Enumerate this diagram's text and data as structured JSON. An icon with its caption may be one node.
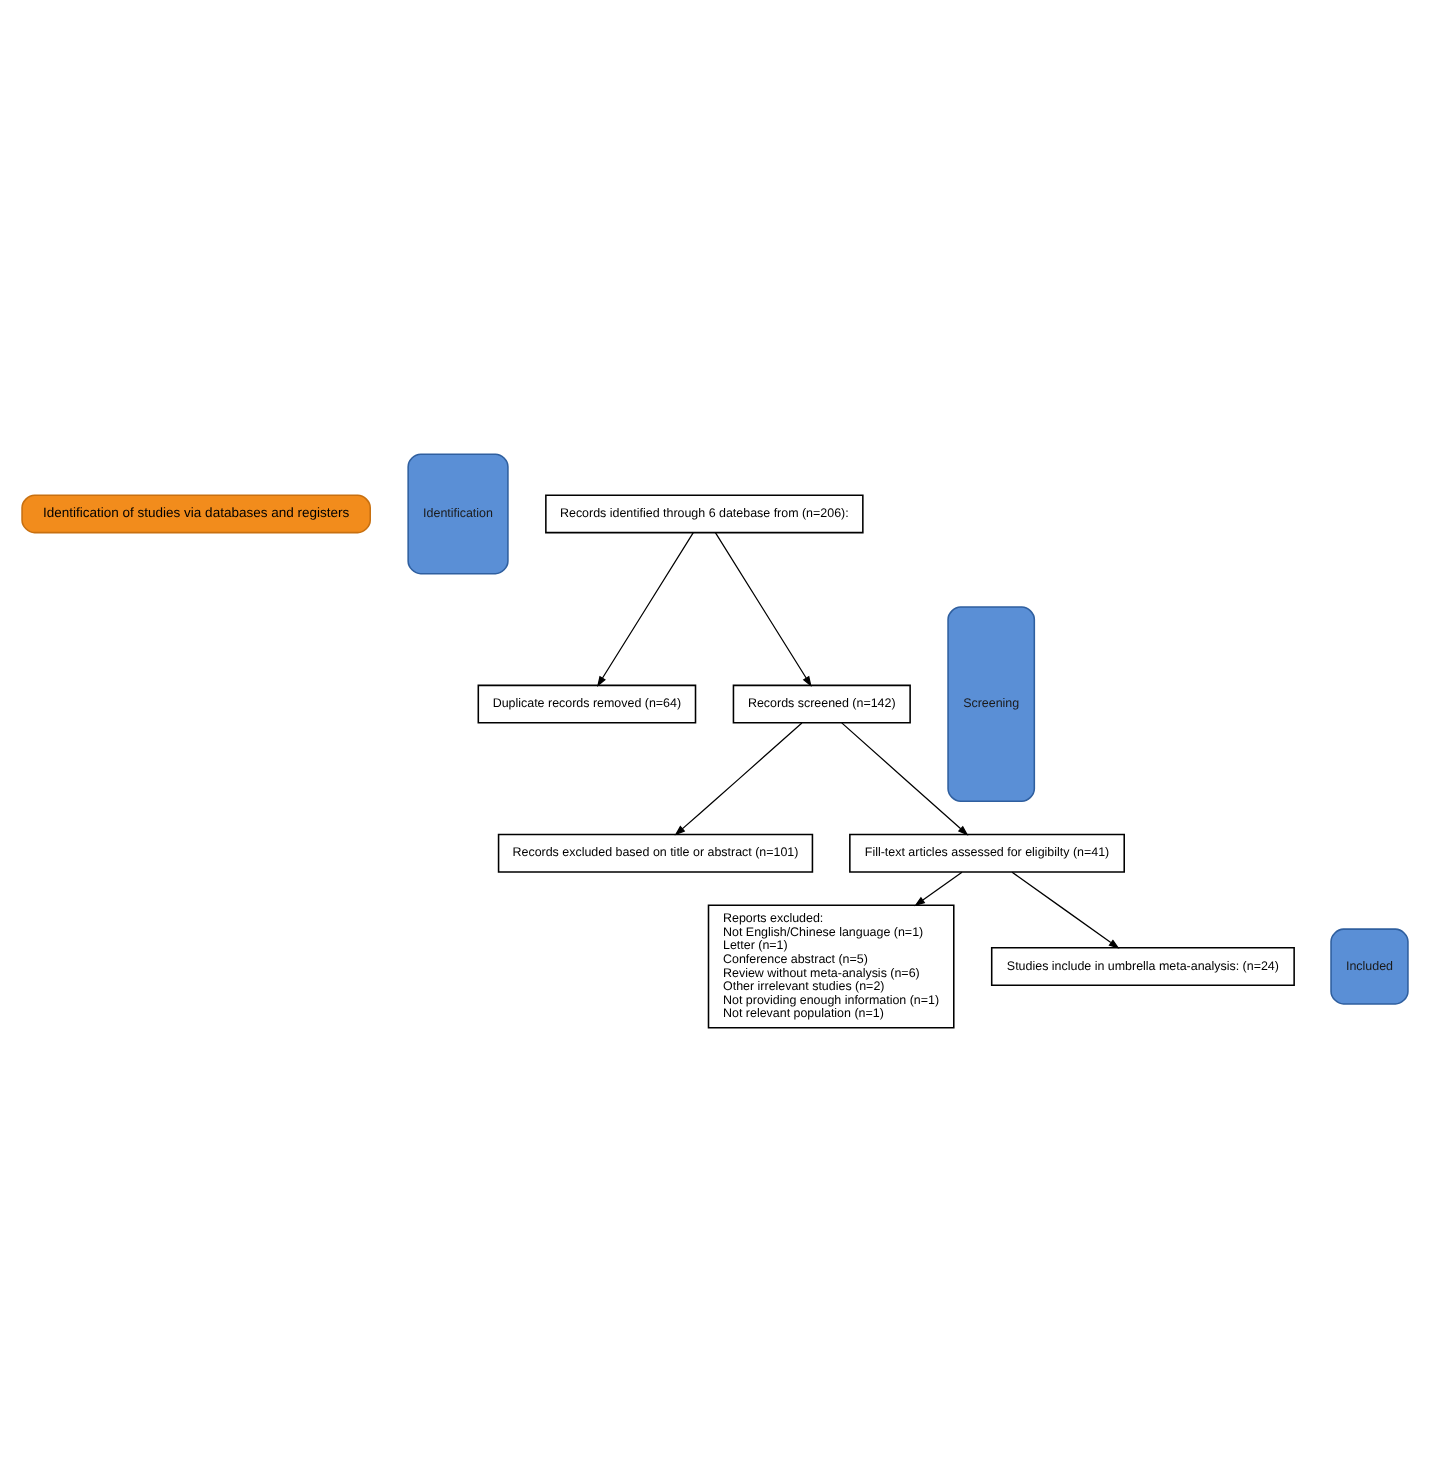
{
  "diagram": {
    "nodes": [
      {
        "text": [
          "Identification of studies via databases and registers"
        ]
      },
      {
        "text": [
          "Identification"
        ]
      },
      {
        "text": [
          "Records identified through 6 datebase from (n=206):"
        ]
      },
      {
        "text": [
          "Screening"
        ]
      },
      {
        "text": [
          "Duplicate records removed (n=64)"
        ]
      },
      {
        "text": [
          "Records screened (n=142)"
        ]
      },
      {
        "text": [
          "Records excluded based on title or abstract (n=101)"
        ]
      },
      {
        "text": [
          "Fill-text articles assessed for eligibilty (n=41)"
        ]
      },
      {
        "text": [
          "Reports excluded:",
          "Not English/Chinese language (n=1)",
          "Letter (n=1)",
          "Conference abstract (n=5)",
          "Review without meta-analysis (n=6)",
          "Other irrelevant studies (n=2)",
          "Not providing enough information (n=1)",
          "Not relevant population (n=1)"
        ]
      },
      {
        "text": [
          "Included"
        ]
      },
      {
        "text": [
          "Studies include in umbrella meta-analysis: (n=24)"
        ]
      }
    ],
    "edges": [
      {
        "from": 2,
        "to": 4,
        "arrow": "to"
      },
      {
        "from": 2,
        "to": 5,
        "arrow": "to"
      },
      {
        "from": 5,
        "to": 6,
        "arrow": "to"
      },
      {
        "from": 5,
        "to": 7,
        "arrow": "to"
      },
      {
        "from": 7,
        "to": 8,
        "arrow": "to"
      },
      {
        "from": 7,
        "to": 10,
        "arrow": "to"
      }
    ]
  }
}
